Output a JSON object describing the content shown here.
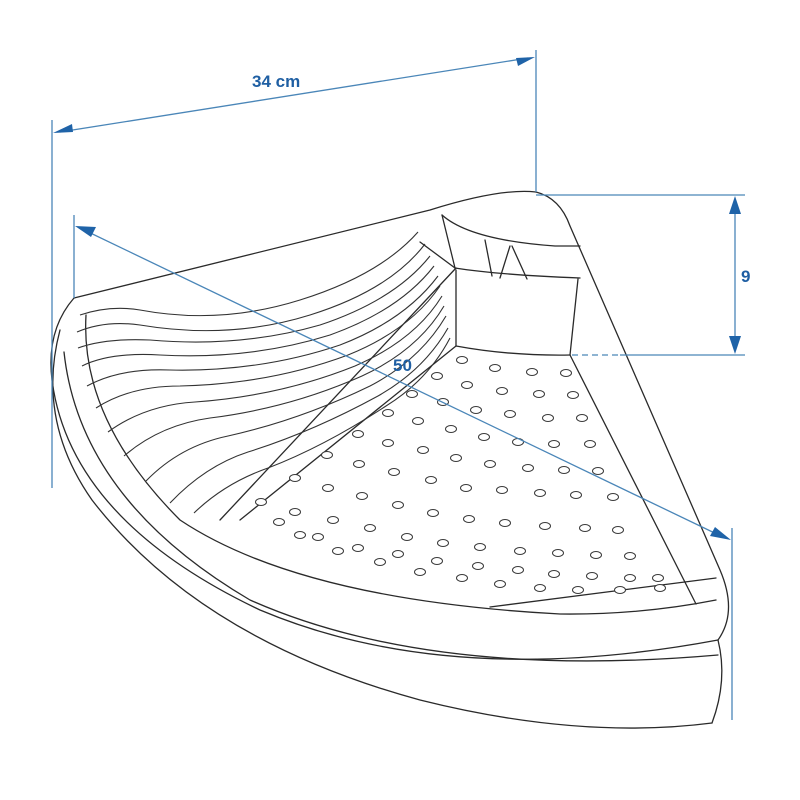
{
  "diagram": {
    "subject": "Corner shelf technical drawing",
    "colors": {
      "dimension_line": "#4a86b8",
      "dimension_label": "#1f5fa3",
      "outline": "#2a2a2a",
      "background": "#ffffff"
    },
    "dimensions": {
      "width": {
        "label": "34 cm",
        "orientation": "top edge"
      },
      "diagonal": {
        "label": "50",
        "orientation": "diagonal across shelf"
      },
      "height": {
        "label": "9",
        "orientation": "vertical right side"
      }
    },
    "parts": [
      "curved front rim",
      "ribbed draining area",
      "perforated floor with holes",
      "corner compartment",
      "back walls"
    ]
  }
}
